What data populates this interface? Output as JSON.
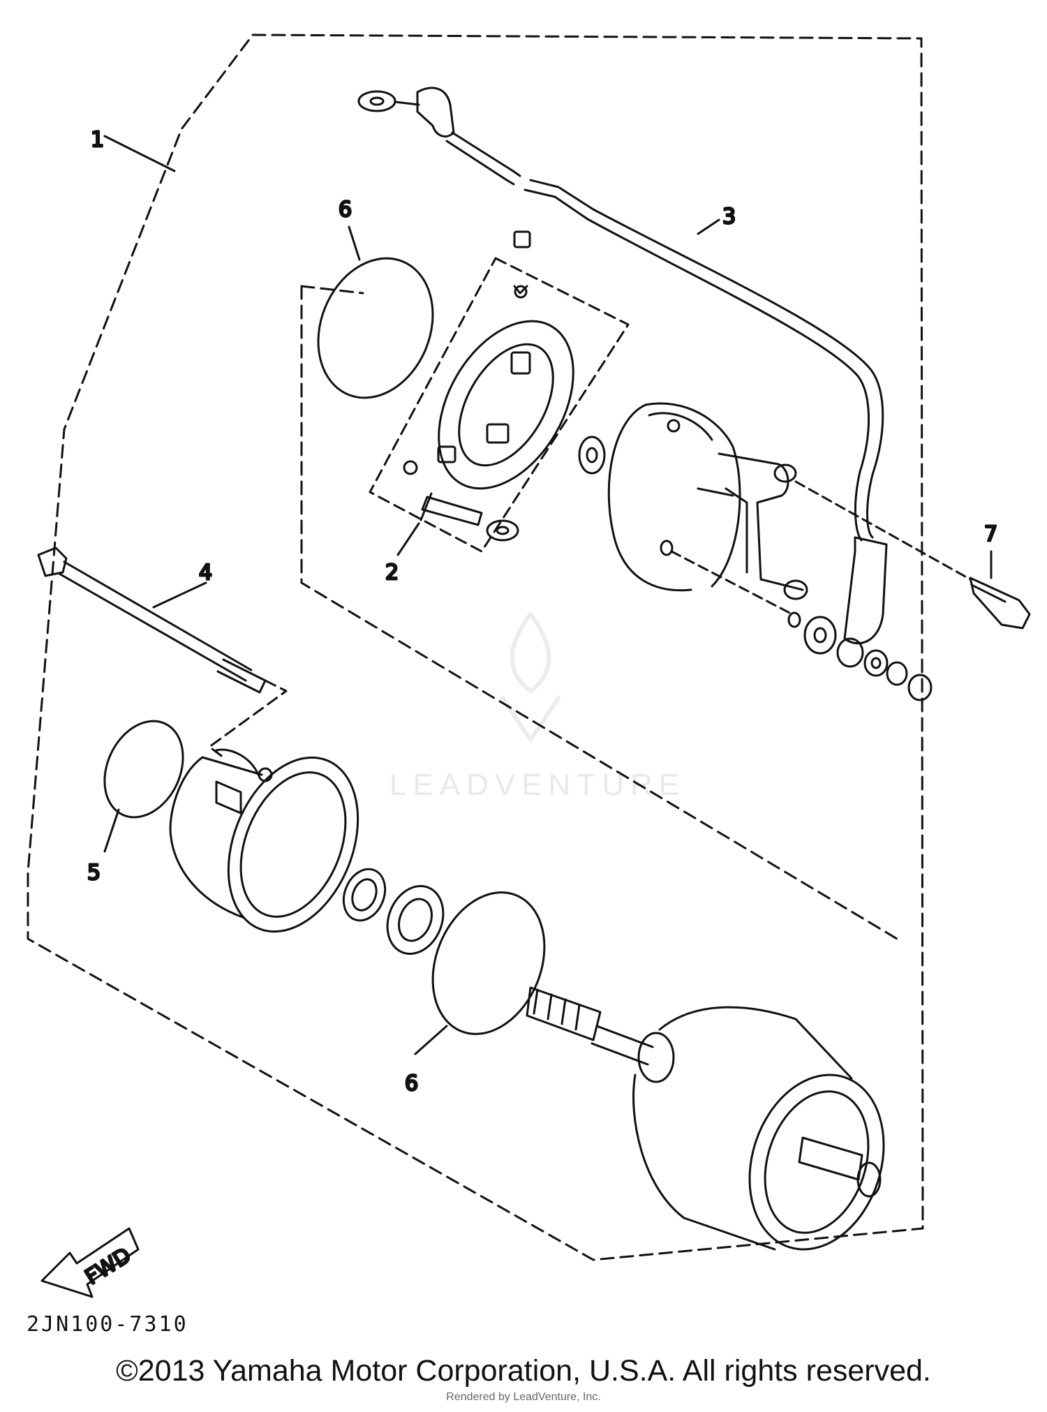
{
  "callouts": {
    "c1": "1",
    "c2": "2",
    "c3": "3",
    "c4": "4",
    "c5": "5",
    "c6_top": "6",
    "c6_bottom": "6",
    "c7": "7"
  },
  "fwd_label": "FWD",
  "part_code": "2JN100-7310",
  "copyright": "©2013 Yamaha Motor Corporation, U.S.A. All rights reserved.",
  "rendered_by": "Rendered by LeadVenture, Inc.",
  "watermark": "LEADVENTURE"
}
